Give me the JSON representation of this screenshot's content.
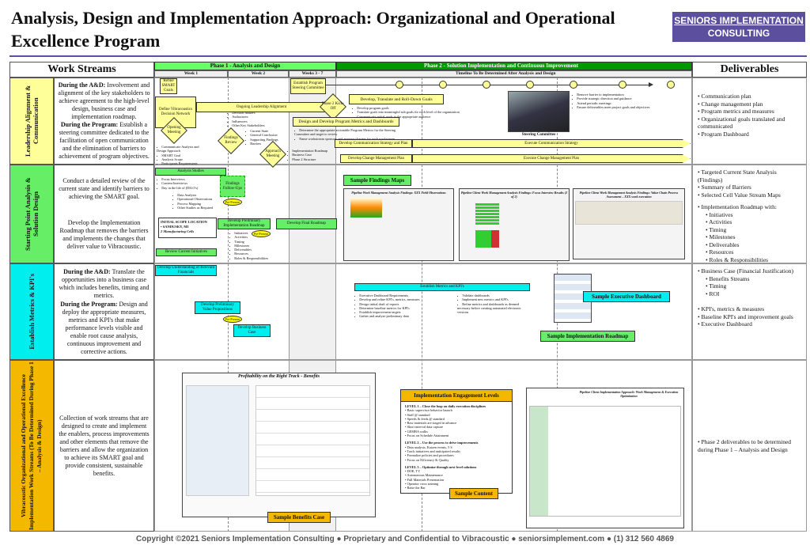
{
  "title": "Analysis, Design and Implementation Approach:  Organizational and Operational Excellence Program",
  "logo": {
    "line1": "SENIORS IMPLEMENTATION",
    "line2": "CONSULTING"
  },
  "headers": {
    "work_streams": "Work Streams",
    "deliverables": "Deliverables",
    "phase1": "Phase 1 - Analysis and Design",
    "phase2": "Phase 2 - Solution  Implementation and Continuous Improvement",
    "week1": "Week 1",
    "week2": "Week 2",
    "week3": "Weeks 3 - 7",
    "timeline": "Timeline To Be Determined After Analysis and Design"
  },
  "streams": [
    {
      "label": "Leadership Alignment & Communication",
      "d1b": "During the A&D:",
      "d1": " Involvement and alignment of the key stakeholders to achieve agreement to the high-level design, business case and implementation roadmap.",
      "d2b": "During the Program:",
      "d2": " Establish a steering committee dedicated to the facilitation of open communication and the elimination of barriers to achievement of program objectives."
    },
    {
      "label": "Starting Point Analysis & Solution Design",
      "d1": "Conduct a detailed review of the current state and identify barriers to achieving the SMART goal.",
      "d2": "Develop the Implementation Roadmap that removes the barriers and implements the changes that deliver value to Vibracoustic."
    },
    {
      "label": "Establish Metrics & KPI's",
      "d1b": "During the A&D:",
      "d1": " Translate the opportunities into a business case which includes benefits, timing and metrics.",
      "d2b": "During the Program:",
      "d2": "  Design and deploy the appropriate measures, metrics and KPI's that make performance levels visible and enable root cause analysis, continuous improvement and corrective actions."
    },
    {
      "label": "Vibracoustic Organizational and Operational Excellence  Implementation Work Streams (To Be Determined During Phase 1 – Analysis & Design)",
      "d1": "Collection of work streams that are designed to create and implement the enablers, process improvements and other  elements that remove the barriers and allow the organization to achieve its SMART goal and provide consistent, sustainable benefits."
    }
  ],
  "row1": {
    "refine": "Refine SMART Goals",
    "define": "Define Vibracoustics Decision Network",
    "ongoing": "Ongoing Leadership Alignment",
    "kickoff": "Phase 2 Kick-Off",
    "steering_box": "Establish Program Steering Committee",
    "roll": "Develop, Translate and Roll-Down Goals",
    "roll_bullets": [
      "Develop program goals",
      "Translate goals into meaningful sub goals for each level of the organization",
      "Communicate initial goals to the appropriate audience"
    ],
    "metrics": "Design and Develop Program Metrics and Dashboards",
    "metrics_bullets": [
      "Determine the appropriate actionable Program Metrics for the Steering Committee and target to review",
      "Name workstream sponsors and approve charters for each workstream"
    ],
    "opening": "Opening Meeting",
    "opening_bullets": [
      "Communicate Analysis and Design Approach",
      "SMART Goal",
      "Analysis Scope",
      "Participants Requirements"
    ],
    "decision_bullets": [
      "Decision Makers",
      "Authorizers",
      "Influencers",
      "Other Key Stakeholders"
    ],
    "findings": "Findings Review",
    "findings_bullets": [
      "Current State",
      "General Conclusion",
      "Supporting Findings",
      "Barriers"
    ],
    "approach": "Approach Meeting",
    "approach_bullets": [
      "Implementation Roadmap",
      "Business Case",
      "Phase 2 Structure"
    ],
    "comm_plan": "Develop Communication Strategy and Plan",
    "comm_exec": "Execute Communication Strategy",
    "cm_plan": "Develop Change Management Plan",
    "cm_exec": "Execute Change Management Plan",
    "steering_caption": "Steering Committee",
    "steering_bullets": [
      "Remove barrier to implementation",
      "Provide strategic direction and guidance",
      "Attend periodic meetings",
      "Ensure deliverables meet project goals and objectives"
    ]
  },
  "row2": {
    "analysis": "Analysis Studies",
    "analysis_bullets": [
      "Focus Interviews",
      "Content Interviews",
      "Day in the life of (DILO's)"
    ],
    "analysis_sub": [
      "Data Analysis",
      "Operational Observations",
      "Process Mapping",
      "Other Studies as Required"
    ],
    "followups": "Findings Follow-Ups",
    "prepresent": "Pre-Present",
    "scope_title": "INITIAL SCOPE LOCATION",
    "scope1": "• SANDUSKY, MI",
    "scope2": "2 Manufacturing Cells",
    "prelim": "Develop Preliminary Implementation Roadmap",
    "prelim_bullets": [
      "Initiatives",
      "Activities",
      "Timing",
      "Milestones",
      "Deliverables",
      "Resources",
      "Roles & Responsibilities"
    ],
    "final": "Develop Final Roadmap",
    "review": "Review Current Initiatives",
    "maps_label": "Sample Findings Maps",
    "map1": "Pipeline Work Management Analysis Findings: XXX Field Observations",
    "map2": "Pipeline Client Work Management Analysis Findings: Focus Interview Results (2 of 2)",
    "map3": "Pipeline Client Work Management Analysis Findings: Value Chain Process Assessment – XXX work execution"
  },
  "row3": {
    "financials": "Develop Understanding of Relevant Financials",
    "value": "Develop Preliminary Value Propositions",
    "business": "Develop Business Case",
    "establish": "Establish Metrics and KPI's",
    "b1": [
      "Executive Dashboard Requirements",
      "Develop and refine KPI's, metrics, measures",
      "Design initial draft of reports",
      "Determine baseline metrics for KPI's",
      "Establish improvement targets",
      "Gather and analyze preliminary data"
    ],
    "b2": [
      "Validate dashboards",
      "Implement new metrics and KPI's",
      "Refine metrics and dashboards as deemed necessary before creating automated electronic versions"
    ],
    "exec_label": "Sample Executive Dashboard",
    "roadmap_label": "Sample Implementation Roadmap"
  },
  "row4": {
    "benefits_title": "Profitability on the Right Track - Benefits",
    "benefits_label": "Sample Benefits Case",
    "iel_title": "Implementation Engagement Levels",
    "levels": [
      {
        "h": "LEVEL 1 – Close the loop on daily execution disciplines",
        "items": [
          "Basic supervisor behavior launch",
          "Staff @ standard",
          "Speeds & feeds @ standard",
          "Raw materials are staged in advance",
          "Short interval data capture",
          "GEMBA walks",
          "Focus on Schedule Attainment"
        ]
      },
      {
        "h": "LEVEL 2 – Use the process to drive improvements",
        "items": [
          "Data analysis, Kaizen events, 5 S",
          "Track initiatives and anticipated results",
          "Formalize policies and procedures",
          "Focus on Efficiency & Quality"
        ]
      },
      {
        "h": "LEVEL 3 – Optimize through next level solutions",
        "items": [
          "DOE, TV",
          "Autonomous Maintenance",
          "Full Materials Presentation",
          "Operator cross training",
          "Raise the Bar"
        ]
      }
    ],
    "content_label": "Sample Content",
    "pipeline_title": "Pipeline Client Implementation Approach: Work Management & Execution Optimization"
  },
  "deliverables": {
    "r1": [
      "Communication plan",
      "Change management plan",
      "Program metrics and measures",
      "Organizational goals translated and communicated",
      "Program Dashboard"
    ],
    "r2": [
      "Targeted Current State Analysis (Findings)",
      "Summary of Barriers",
      "Selected Cell Value Stream Maps"
    ],
    "r2b": "Implementation Roadmap with:",
    "r2sub": [
      "Initiatives",
      "Activities",
      "Timing",
      "Milestones",
      "Deliverables",
      "Resources",
      "Roles & Responsibilities"
    ],
    "r3": [
      "Business Case (Financial Justification)"
    ],
    "r3sub": [
      "Benefits Streams",
      "Timing",
      "ROI"
    ],
    "r3b": [
      "KPI's, metrics & measures",
      "Baseline KPI's and improvement goals",
      "Executive Dashboard"
    ],
    "r4": [
      "Phase 2 deliverables to be determined during Phase 1 – Analysis and Design"
    ]
  },
  "footer": "Copyright ©2021 Seniors Implementation Consulting ● Proprietary and Confidential to Vibracoustic ● seniorsimplement.com ●  (1) 312 560 4869",
  "colors": {
    "brand": "#5b4f9e",
    "phase1": "#66ff66",
    "phase2": "#009900",
    "yellow": "#ffff99",
    "green": "#66ee66",
    "cyan": "#00eeee",
    "orange": "#f5b800"
  }
}
